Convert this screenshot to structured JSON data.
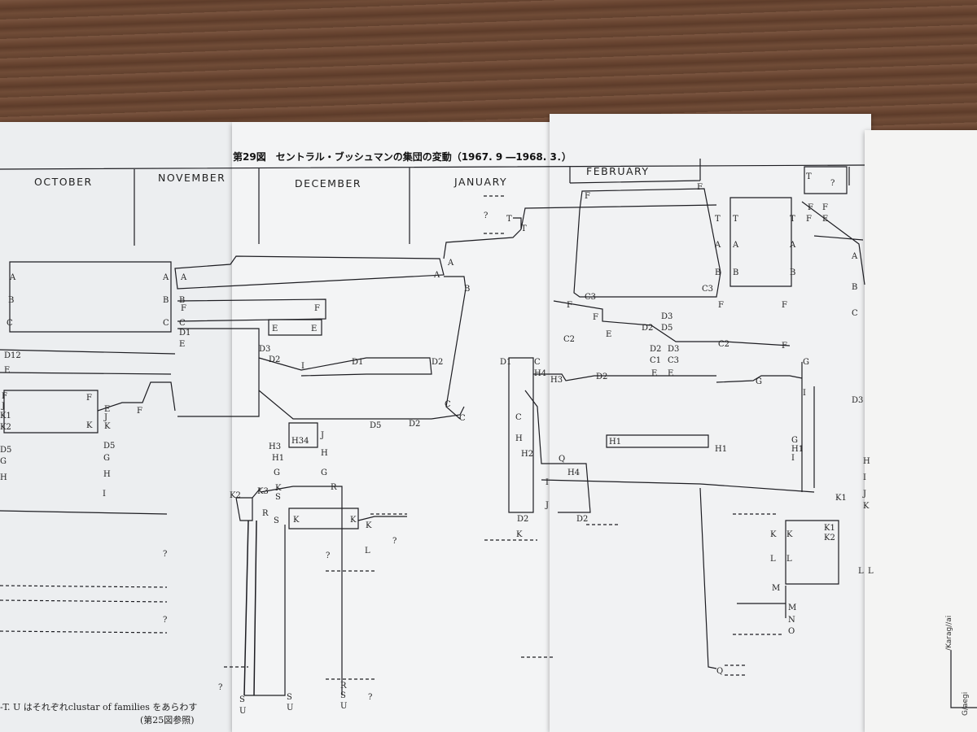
{
  "figure": {
    "title": "第29図　セントラル・ブッシュマンの集団の変動（1967. 9 ―1968. 3．）",
    "months": [
      "OCTOBER",
      "NOVEMBER",
      "DECEMBER",
      "JANUARY",
      "FEBRUARY"
    ],
    "group_labels": {
      "a": "A",
      "b": "B",
      "c": "C",
      "d12": "D12",
      "d1": "D1",
      "d2": "D2",
      "d3": "D3",
      "d5": "D5",
      "e": "E",
      "f": "F",
      "g": "G",
      "h": "H",
      "h1": "H1",
      "h2": "H2",
      "h3": "H3",
      "h4": "H4",
      "h34": "H34",
      "i": "I",
      "j": "J",
      "k": "K",
      "k1": "K1",
      "k2": "K2",
      "k3": "K3",
      "l": "L",
      "m": "M",
      "n": "N",
      "o": "O",
      "q": "Q",
      "r": "R",
      "s": "S",
      "t": "T",
      "u": "U",
      "c1": "C1",
      "c2": "C2",
      "c3": "C3",
      "q_mark": "?"
    },
    "footnote_line1": "-T. U はそれぞれclustar of families をあらわす",
    "footnote_line2": "(第25図参照)"
  },
  "side_page": {
    "label1": "/Karag//ai",
    "label2": "G/aegi"
  }
}
